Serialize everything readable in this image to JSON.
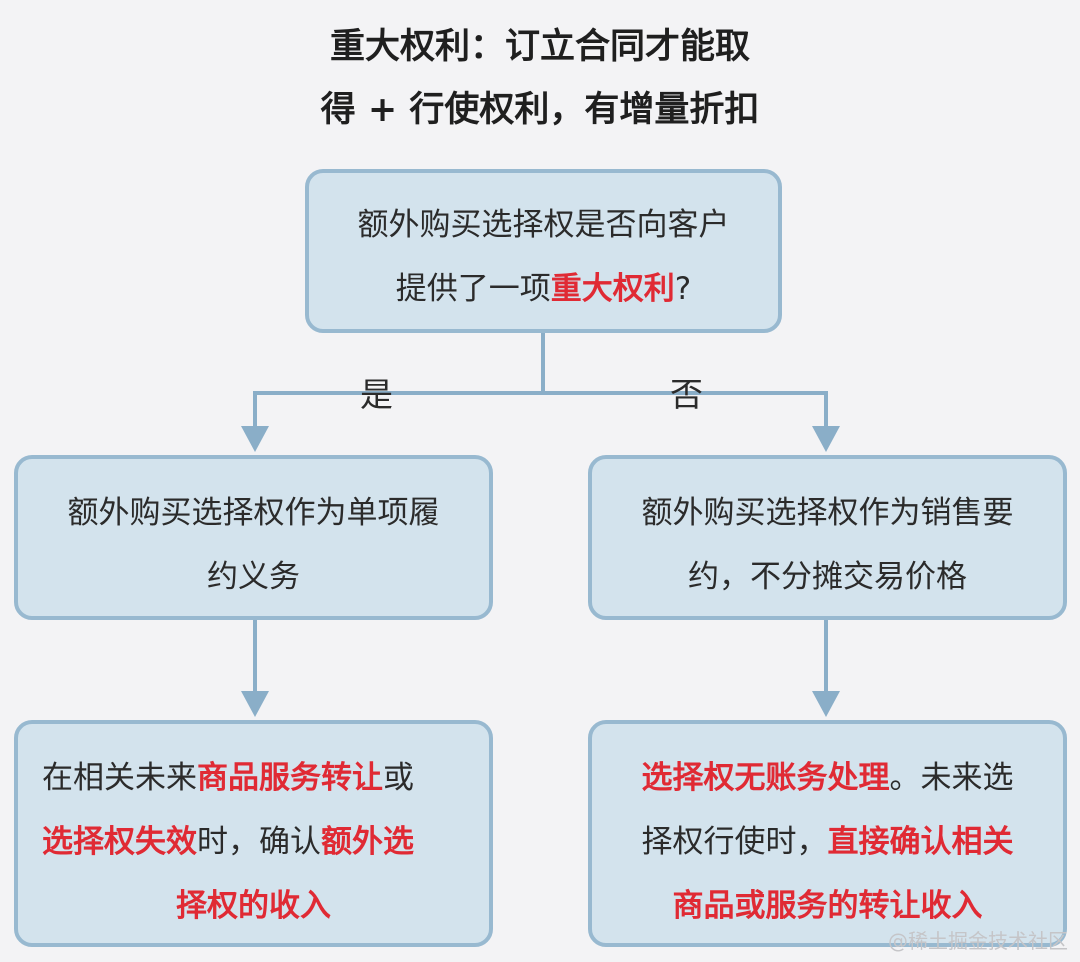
{
  "title": {
    "line1": "重大权利：订立合同才能取",
    "line2": "得 + 行使权利，有增量折扣"
  },
  "nodes": {
    "root": {
      "line1": "额外购买选择权是否向客户",
      "line2_plain": "提供了一项",
      "line2_hl": "重大权利",
      "line2_end": "?"
    },
    "yes": {
      "line1": "额外购买选择权作为单项履",
      "line2": "约义务"
    },
    "no": {
      "line1": "额外购买选择权作为销售要",
      "line2": "约，不分摊交易价格"
    },
    "yes_result": {
      "line1_plain": "在相关未来",
      "line1_hl": "商品服务转让",
      "line1_end": "或",
      "line2_hl": "选择权失效",
      "line2_plain": "时，确认",
      "line2_hl2": "额外选",
      "line3_hl": "择权的收入"
    },
    "no_result": {
      "line1_hl": "选择权无账务处理",
      "line1_plain": "。未来选",
      "line2_plain": "择权行使时，",
      "line2_hl": "直接确认相关",
      "line3_hl": "商品或服务的转让收入"
    }
  },
  "branches": {
    "yes_label": "是",
    "no_label": "否"
  },
  "watermark": "@稀土掘金技术社区",
  "colors": {
    "box_fill": "#d3e3ed",
    "box_border": "#98b9d0",
    "highlight": "#e02a34",
    "connector": "#8aaec8",
    "background": "#f3f3f5"
  }
}
